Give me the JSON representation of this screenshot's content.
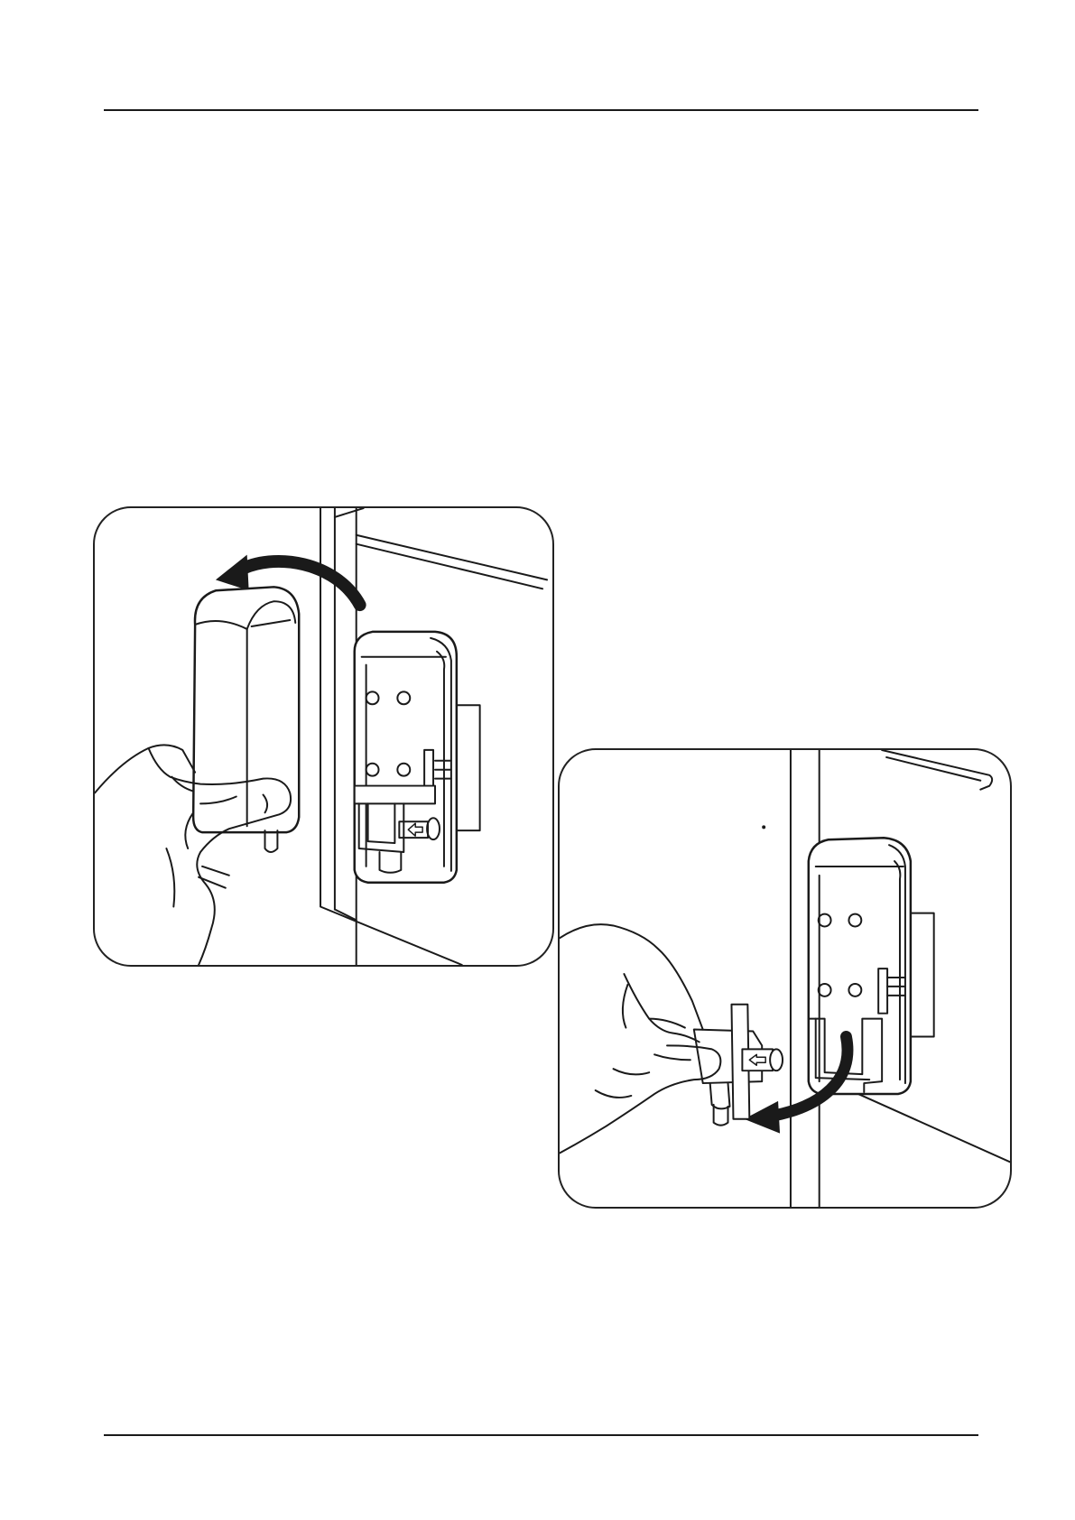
{
  "document": {
    "header_rule": true,
    "footer_rule": true
  },
  "illustrations": [
    {
      "name": "remove-cover",
      "arrow_direction": "counterclockwise-up-left",
      "icons": [
        "hand-icon",
        "dispenser-cover-icon",
        "dispenser-body-icon",
        "curved-arrow-icon"
      ]
    },
    {
      "name": "remove-pump",
      "arrow_direction": "clockwise-down-left",
      "icons": [
        "hand-icon",
        "pump-valve-icon",
        "dispenser-body-icon",
        "curved-arrow-icon"
      ]
    }
  ],
  "colors": {
    "line": "#1a1a1a",
    "background": "#ffffff",
    "shade": "#f2f2f2"
  }
}
